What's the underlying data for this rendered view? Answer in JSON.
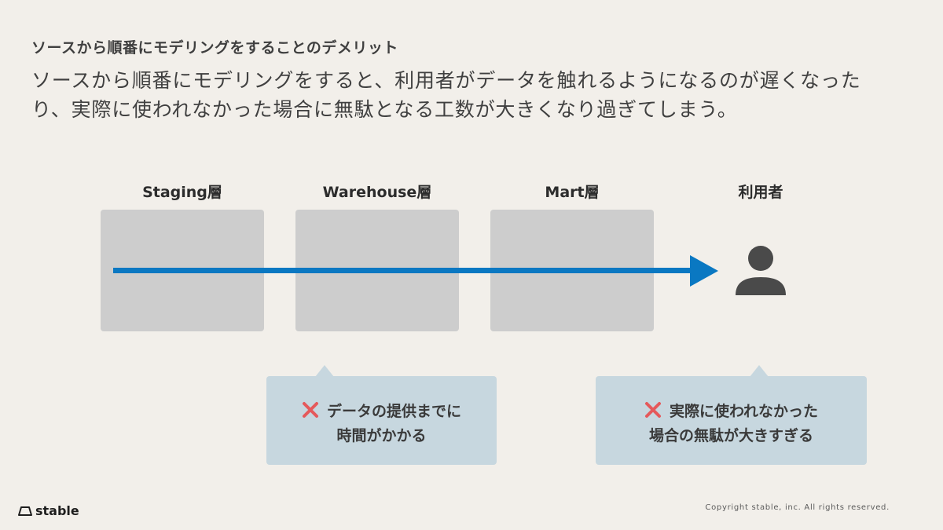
{
  "slide": {
    "subtitle": "ソースから順番にモデリングをすることのデメリット",
    "heading": "ソースから順番にモデリングをすると、利用者がデータを触れるようになるのが遅くなったり、実際に使われなかった場合に無駄となる工数が大きくなり過ぎてしまう。"
  },
  "layers": [
    {
      "label": "Staging層"
    },
    {
      "label": "Warehouse層"
    },
    {
      "label": "Mart層"
    }
  ],
  "user": {
    "label": "利用者",
    "icon": "user-icon"
  },
  "flow": {
    "color": "#0a78c2",
    "icon": "arrow-right"
  },
  "callouts": [
    {
      "icon": "cross-mark-icon",
      "line1": "データの提供までに",
      "line2": "時間がかかる"
    },
    {
      "icon": "cross-mark-icon",
      "line1": "実際に使われなかった",
      "line2": "場合の無駄が大きすぎる"
    }
  ],
  "colors": {
    "accent": "#0a78c2",
    "error": "#e5595b",
    "callout_bg": "#c7d7df",
    "box": "#cdcdcd",
    "background": "#f2efea"
  },
  "footer": {
    "logo_text": "stable",
    "copyright": "Copyright stable, inc. All rights reserved."
  }
}
